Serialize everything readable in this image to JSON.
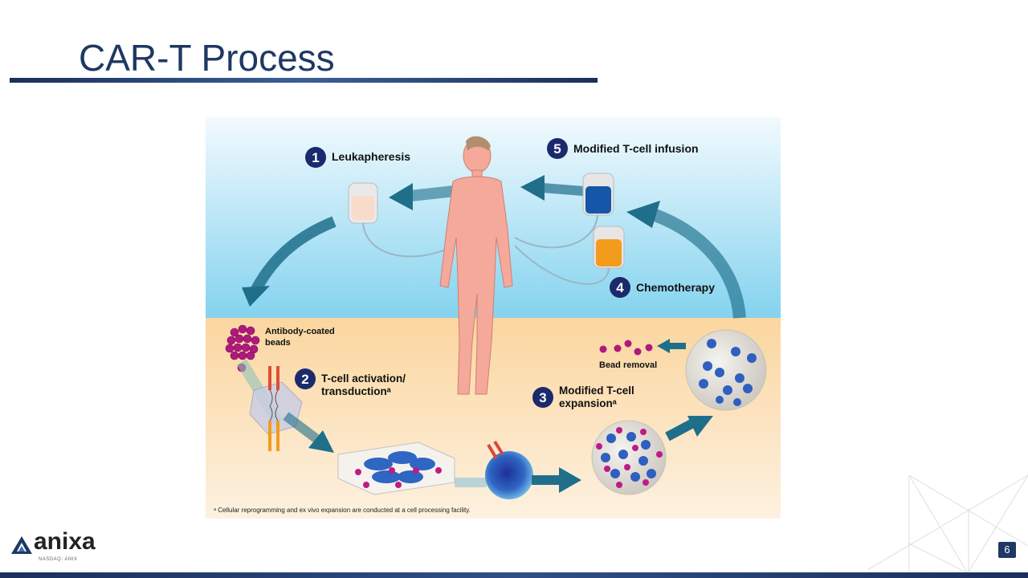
{
  "slide": {
    "title": "CAR-T Process",
    "page_number": "6"
  },
  "logo": {
    "name": "anixa",
    "ticker": "NASDAQ: ANIX"
  },
  "figure": {
    "steps": [
      {
        "number": "1",
        "label": "Leukapheresis"
      },
      {
        "number": "2",
        "label_line1": "T-cell activation/",
        "label_line2": "transductionᵃ"
      },
      {
        "number": "3",
        "label_line1": "Modified T-cell",
        "label_line2": "expansionᵃ"
      },
      {
        "number": "4",
        "label": "Chemotherapy"
      },
      {
        "number": "5",
        "label": "Modified T-cell infusion"
      }
    ],
    "beads_label_line1": "Antibody-coated",
    "beads_label_line2": "beads",
    "bead_removal_label": "Bead removal",
    "footnote": "ᵃ Cellular reprogramming and ex vivo expansion are conducted at a cell processing facility.",
    "colors": {
      "step_circle": "#1a2a6c",
      "arrow": "#1f6f8b",
      "sky_top": "#eef8fd",
      "sky_bottom": "#7fd0ee",
      "ground": "#fbd9a6",
      "bead": "#b0197d",
      "chemo_bag": "#f39b1d",
      "infusion_bag": "#1656a8"
    }
  }
}
